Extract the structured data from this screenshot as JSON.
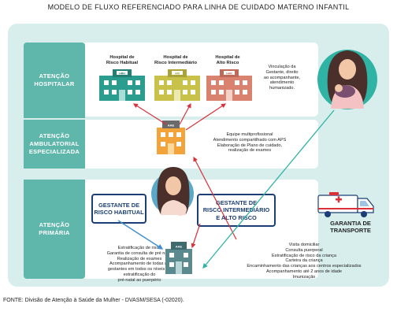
{
  "title": "MODELO DE FLUXO REFERENCIADO PARA LINHA DE CUIDADO MATERNO INFANTIL",
  "levels": {
    "hospitalar": [
      "ATENÇÃO",
      "HOSPITALAR"
    ],
    "ambulatorial": [
      "ATENÇÃO",
      "AMBULATORIAL",
      "ESPECIALIZADA"
    ],
    "primaria": [
      "ATENÇÃO",
      "PRIMÁRIA"
    ]
  },
  "hospitals": [
    {
      "label": [
        "Hospital de",
        "Risco Habitual"
      ],
      "sign": "HRH",
      "color": "#2a9d8f"
    },
    {
      "label": [
        "Hospital de",
        "Risco Intermediário"
      ],
      "sign": "HRI",
      "color": "#c8c24a"
    },
    {
      "label": [
        "Hospital de",
        "Alto Risco"
      ],
      "sign": "HAR",
      "color": "#d9826f"
    }
  ],
  "hospital_note": [
    "Vinculação da",
    "Gestante, direito",
    "ao acompanhante,",
    "atendimento",
    "humanizado."
  ],
  "aae_sign": "AAE",
  "aae_note": [
    "Equipe multiprofissional",
    "Atendimento compartilhado com APS",
    "Elaboração de Plano de cuidado,",
    "realização de exames"
  ],
  "box_habitual": [
    "GESTANTE DE",
    "RISCO HABITUAL"
  ],
  "box_alto": [
    "GESTANTE DE",
    "RISCO INTERMEDIÁRIO",
    "E ALTO RISCO"
  ],
  "transport": [
    "GARANTIA DE",
    "TRANSPORTE"
  ],
  "aps_sign": "AAE",
  "primary_left": [
    "Estratificação de risco",
    "Garantia de consulta de pré natal",
    "Realização de exames",
    "Acompanhamento de todas as",
    "gestantes em todos os níveis de",
    "estratificação do",
    "pré-natal ao puerpério"
  ],
  "primary_right": [
    "Visita domiciliar",
    "Consulta puerperal",
    "Estratificação de risco da criança",
    "Carteira da criança",
    "Encaminhamento das crianças aos centros especializados",
    "Acompanhamento até 2 anos de idade",
    "Imunização"
  ],
  "source": "FONTE: Divisão de Atenção à Saúde da Mulher - DVASM/SESA (-02020).",
  "colors": {
    "teal": "#5fb6ab",
    "red": "#d9303a",
    "blue": "#3f8fd0",
    "navy": "#1b3f75",
    "bg": "#d7eeec"
  }
}
